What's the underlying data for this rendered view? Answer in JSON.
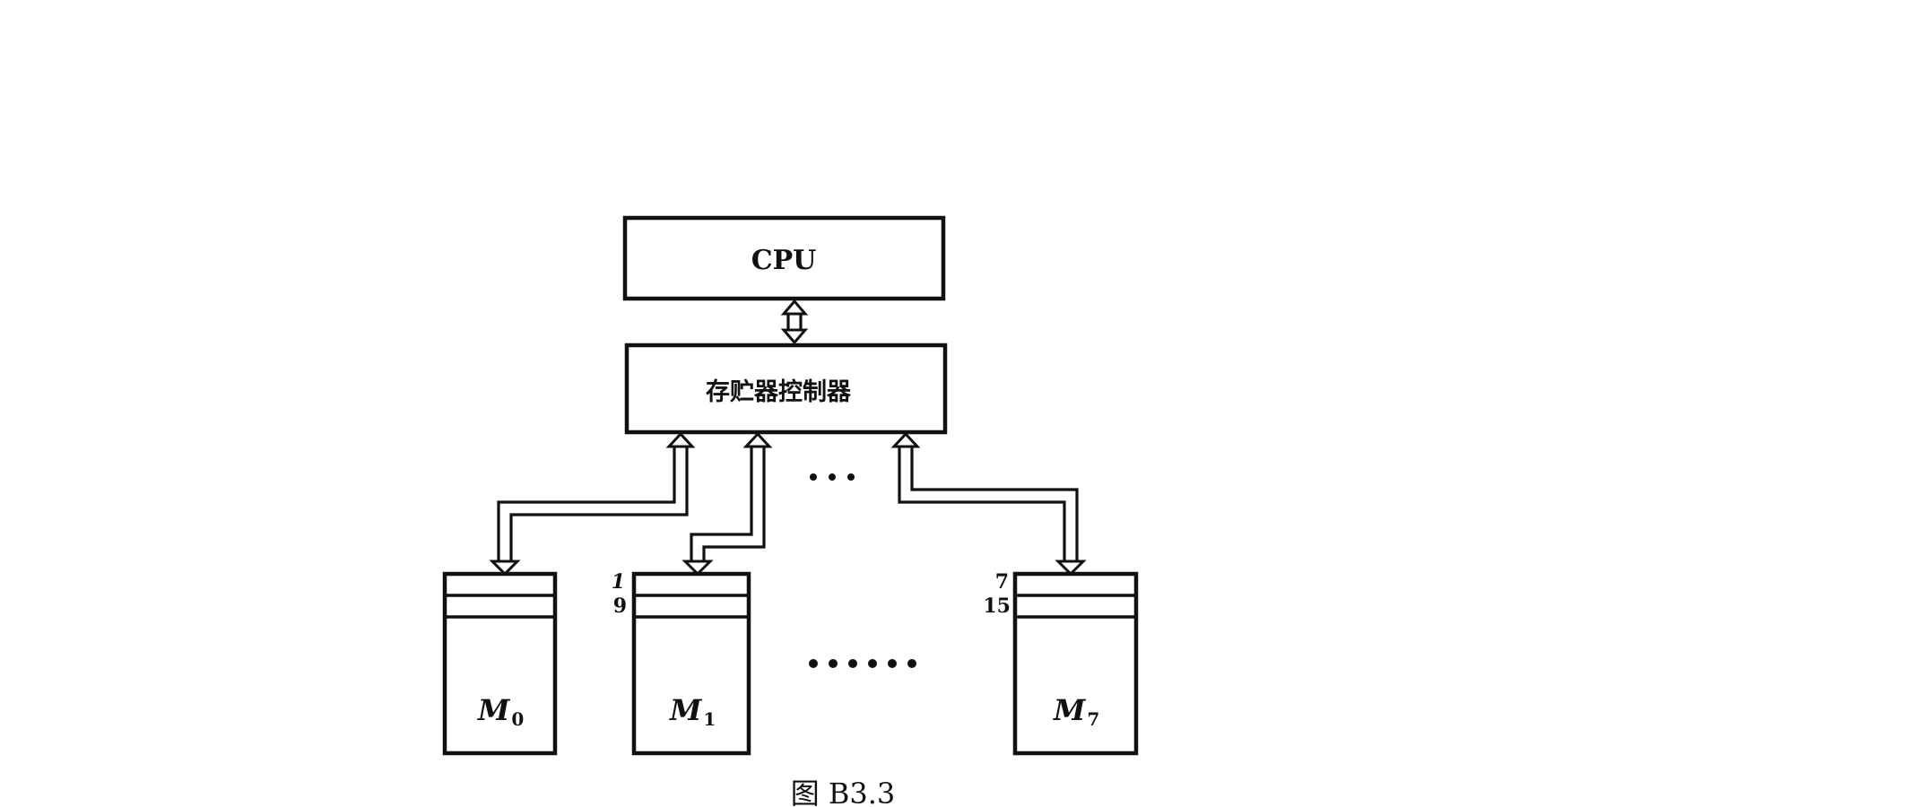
{
  "diagram": {
    "cpu_label": "CPU",
    "controller_label": "存贮器控制器",
    "modules": [
      {
        "name": "M",
        "subscript": "0",
        "top_number": "",
        "second_number": ""
      },
      {
        "name": "M",
        "subscript": "1",
        "top_number": "1",
        "second_number": "9"
      },
      {
        "name": "M",
        "subscript": "7",
        "top_number": "7",
        "second_number": "15"
      }
    ],
    "caption": "图 B3.3"
  }
}
